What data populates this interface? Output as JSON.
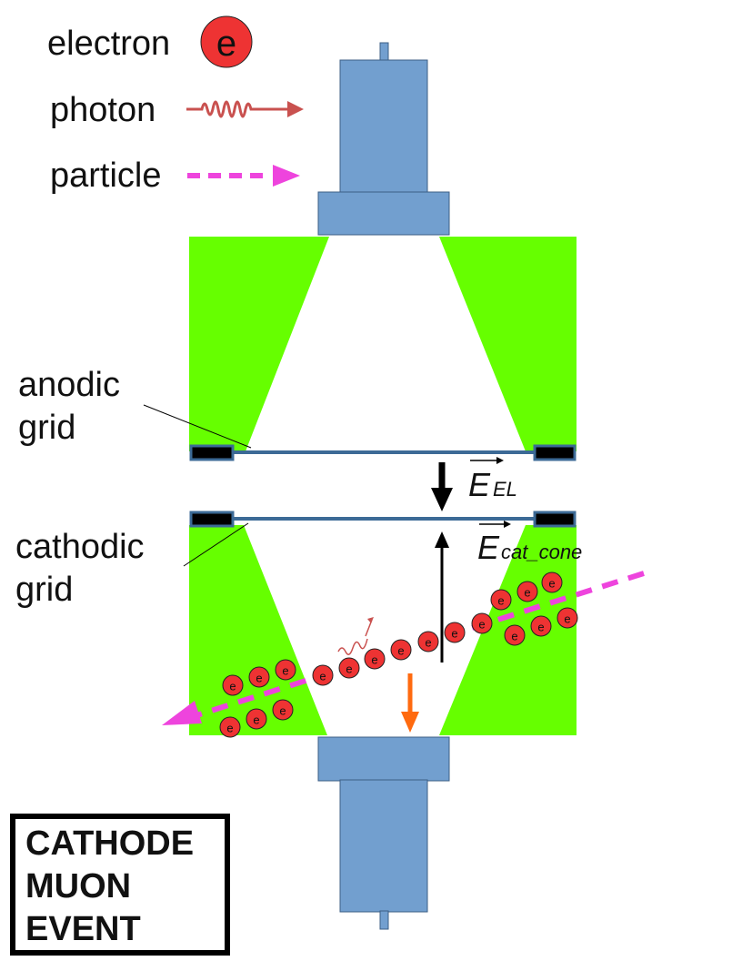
{
  "legend": {
    "electron_label": "electron",
    "electron_symbol": "e",
    "photon_label": "photon",
    "particle_label": "particle"
  },
  "labels": {
    "anodic_grid": [
      "anodic",
      "grid"
    ],
    "cathodic_grid": [
      "cathodic",
      "grid"
    ]
  },
  "fields": {
    "el_main": "E",
    "el_sub": "EL",
    "cat_main": "E",
    "cat_sub": "cat_cone"
  },
  "electron_symbol": "e",
  "event_box": [
    "CATHODE",
    "MUON",
    "EVENT"
  ],
  "colors": {
    "pmt": "#729fcf",
    "pmt_stroke": "#3c5f86",
    "cone": "#66ff00",
    "grid_line": "#3c6a96",
    "electron": "#ee3333",
    "photon": "#c9514f",
    "particle": "#ee44dd",
    "drift_arrow": "#ff6a0f"
  }
}
